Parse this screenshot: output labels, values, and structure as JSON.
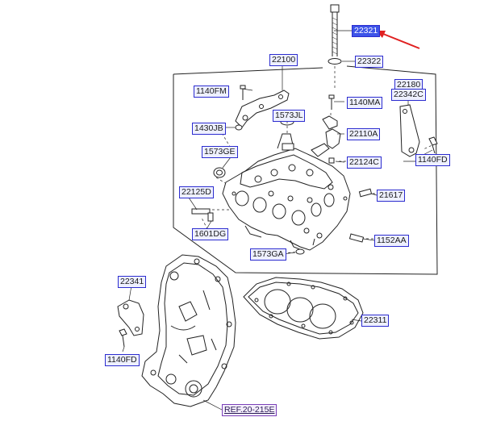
{
  "diagram": {
    "parts": [
      {
        "id": "22321",
        "label": "22321",
        "selected": true
      },
      {
        "id": "22322",
        "label": "22322"
      },
      {
        "id": "22100",
        "label": "22100"
      },
      {
        "id": "22180",
        "label": "22180"
      },
      {
        "id": "22342C",
        "label": "22342C"
      },
      {
        "id": "1140FM",
        "label": "1140FM"
      },
      {
        "id": "1140MA",
        "label": "1140MA"
      },
      {
        "id": "1573JL",
        "label": "1573JL"
      },
      {
        "id": "1430JB",
        "label": "1430JB"
      },
      {
        "id": "22110A",
        "label": "22110A"
      },
      {
        "id": "1573GE",
        "label": "1573GE"
      },
      {
        "id": "22124C",
        "label": "22124C"
      },
      {
        "id": "1140FD_a",
        "label": "1140FD"
      },
      {
        "id": "22125D",
        "label": "22125D"
      },
      {
        "id": "21617",
        "label": "21617"
      },
      {
        "id": "1601DG",
        "label": "1601DG"
      },
      {
        "id": "1152AA",
        "label": "1152AA"
      },
      {
        "id": "1573GA",
        "label": "1573GA"
      },
      {
        "id": "22341",
        "label": "22341"
      },
      {
        "id": "22311",
        "label": "22311"
      },
      {
        "id": "1140FD_b",
        "label": "1140FD"
      }
    ],
    "reference": {
      "label": "REF.20-215E"
    },
    "colors": {
      "label_border": "#2c2ccf",
      "label_fill": "#eef0ff",
      "selected_fill": "#3d54e8",
      "pointer_arrow": "#e02020",
      "line": "#222222"
    }
  }
}
